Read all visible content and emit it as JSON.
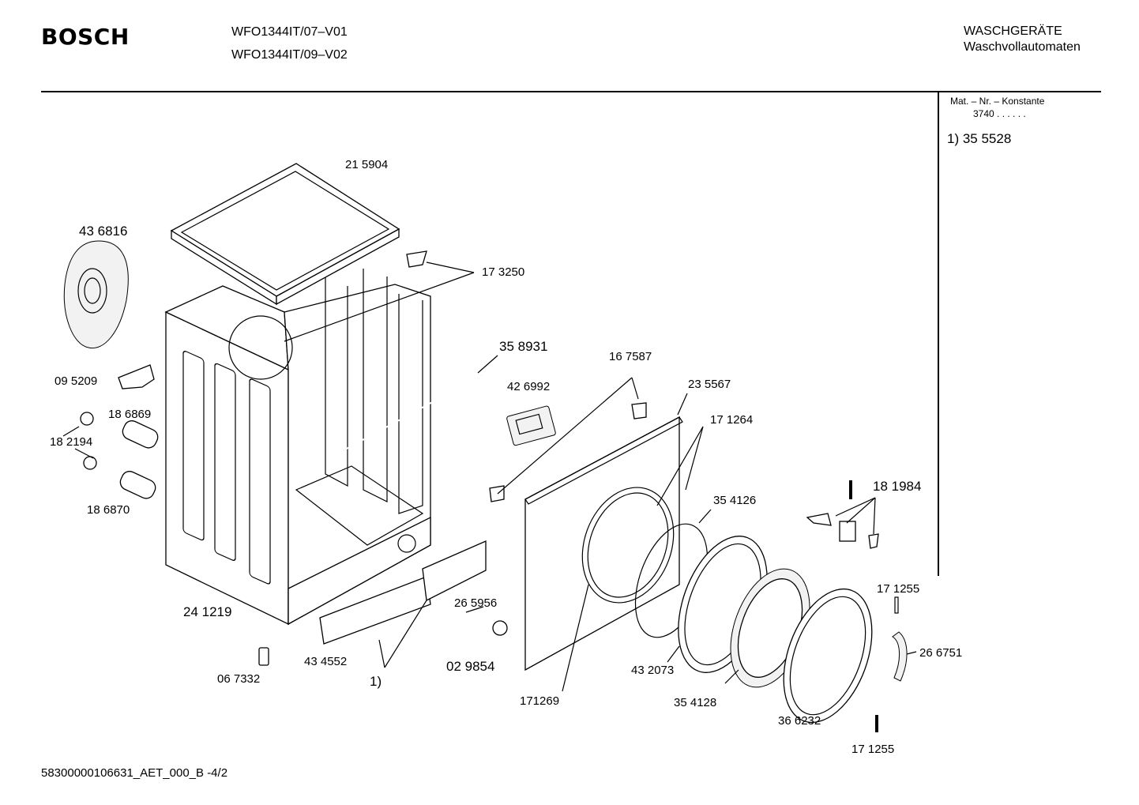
{
  "header": {
    "brand": "BOSCH",
    "models": [
      "WFO1344IT/07–V01",
      "WFO1344IT/09–V02"
    ],
    "category": "WASCHGERÄTE",
    "subcategory": "Waschvollautomaten"
  },
  "side_panel": {
    "title": "Mat. – Nr. – Konstante",
    "constant": "3740  .  .    .  .  .  .",
    "note": "1)  35 5528"
  },
  "parts": [
    {
      "id": "215904",
      "label": "21 5904"
    },
    {
      "id": "436816",
      "label": "43 6816"
    },
    {
      "id": "173250",
      "label": "17 3250"
    },
    {
      "id": "358931",
      "label": "35 8931"
    },
    {
      "id": "095209",
      "label": "09 5209"
    },
    {
      "id": "186869",
      "label": "18 6869"
    },
    {
      "id": "182194",
      "label": "18 2194"
    },
    {
      "id": "186870",
      "label": "18 6870"
    },
    {
      "id": "167587",
      "label": "16 7587"
    },
    {
      "id": "426992",
      "label": "42 6992"
    },
    {
      "id": "235567",
      "label": "23 5567"
    },
    {
      "id": "171264",
      "label": "17 1264"
    },
    {
      "id": "181984",
      "label": "18 1984"
    },
    {
      "id": "354126",
      "label": "35 4126"
    },
    {
      "id": "241219",
      "label": "24 1219"
    },
    {
      "id": "265956",
      "label": "26 5956"
    },
    {
      "id": "171255a",
      "label": "17 1255"
    },
    {
      "id": "434552",
      "label": "43 4552"
    },
    {
      "id": "029854",
      "label": "02 9854"
    },
    {
      "id": "266751",
      "label": "26 6751"
    },
    {
      "id": "067332",
      "label": "06 7332"
    },
    {
      "id": "note1",
      "label": "1)"
    },
    {
      "id": "432073",
      "label": "43 2073"
    },
    {
      "id": "171269",
      "label": "171269"
    },
    {
      "id": "354128",
      "label": "35 4128"
    },
    {
      "id": "366232",
      "label": "36 6232"
    },
    {
      "id": "171255b",
      "label": "17 1255"
    }
  ],
  "footer": {
    "code": "58300000106631_AET_000_B  -4/2"
  }
}
